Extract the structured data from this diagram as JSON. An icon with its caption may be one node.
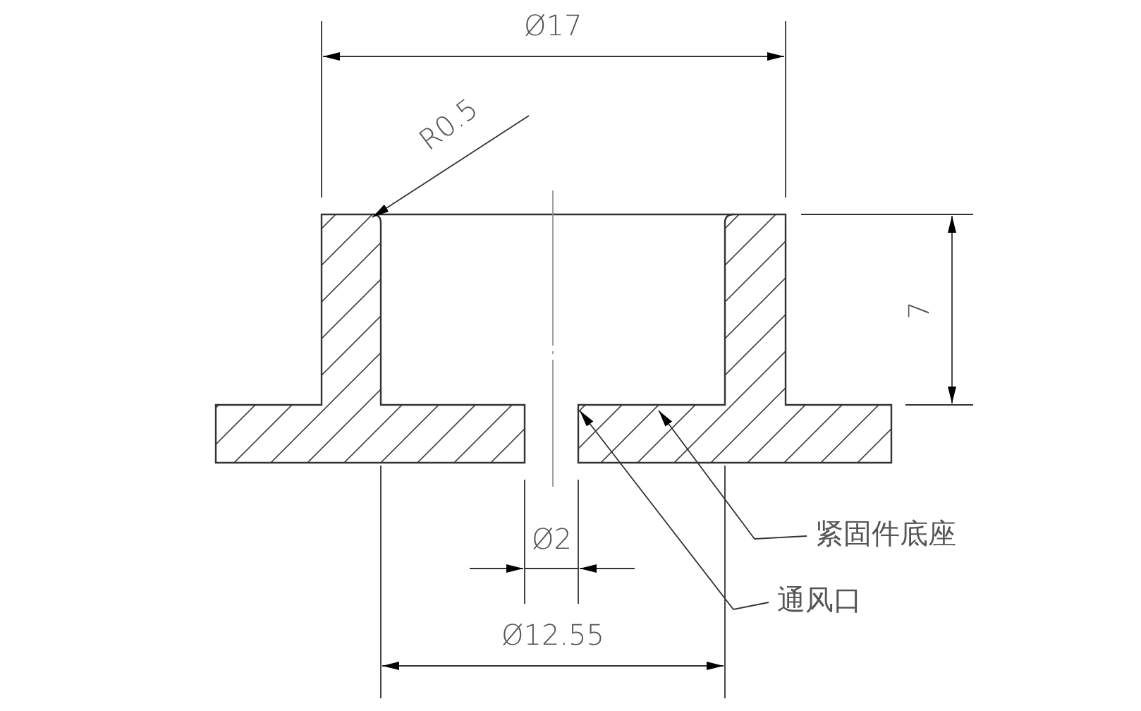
{
  "diagram": {
    "nodes": [
      {
        "text": [
          "紧固件底座"
        ]
      },
      {
        "text": [
          "通风口"
        ]
      }
    ],
    "edges": [
      {
        "from": 0,
        "to": null,
        "arrow": "to"
      },
      {
        "from": 1,
        "to": null,
        "arrow": "to"
      }
    ],
    "labels": [
      "Ø17",
      "R0.5",
      "7",
      "Ø2",
      "Ø12.55"
    ]
  }
}
